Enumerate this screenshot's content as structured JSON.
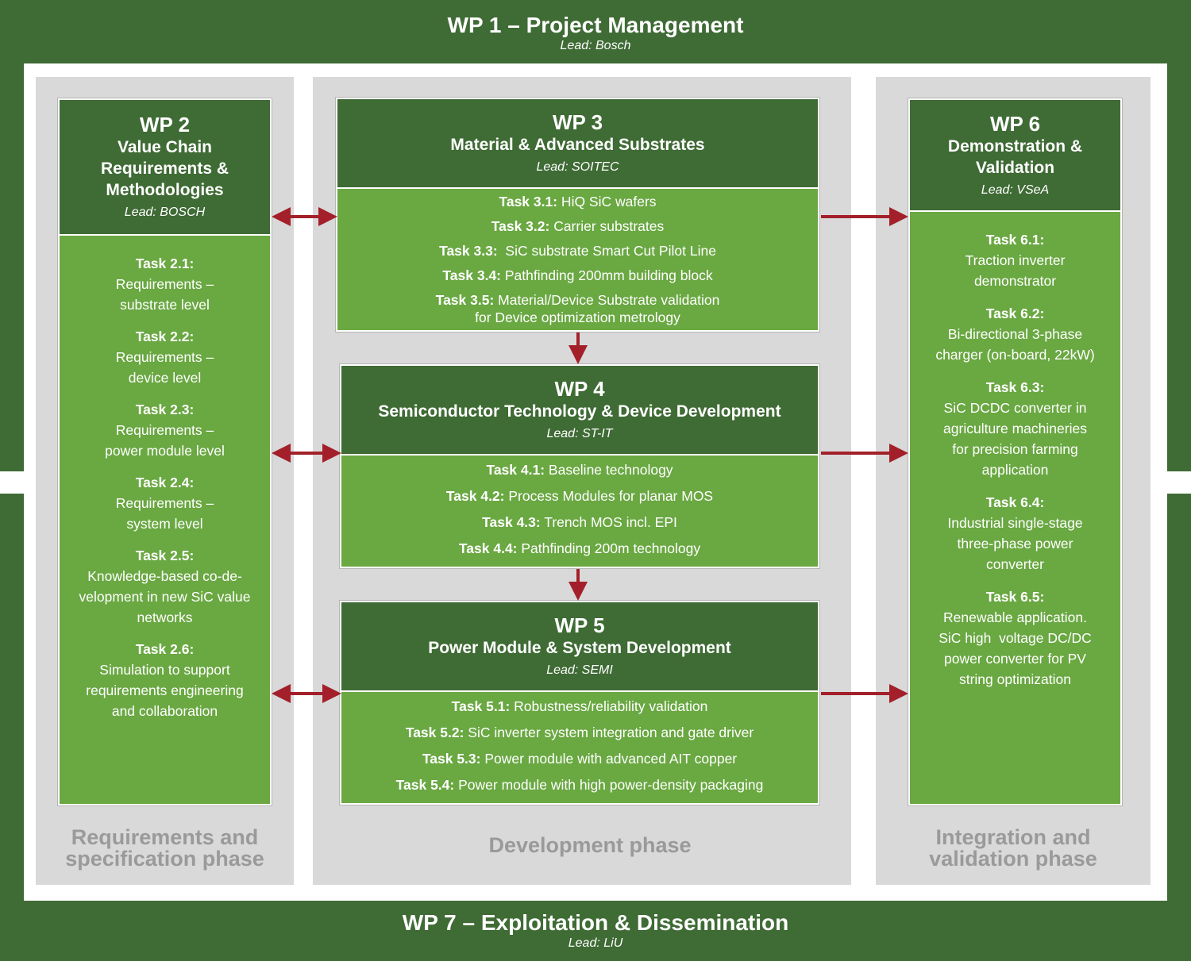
{
  "wp1": {
    "title": "WP 1 – Project Management",
    "lead": "Lead: Bosch"
  },
  "wp7": {
    "title": "WP 7 – Exploitation & Dissemination",
    "lead": "Lead: LiU"
  },
  "wp2": {
    "number": "WP 2",
    "name_lines": [
      "Value Chain",
      "Requirements &",
      "Methodologies"
    ],
    "lead": "Lead: BOSCH",
    "tasks": [
      {
        "label": "Task 2.1:",
        "lines": [
          "Requirements –",
          "substrate level"
        ]
      },
      {
        "label": "Task 2.2:",
        "lines": [
          "Requirements –",
          "device level"
        ]
      },
      {
        "label": "Task 2.3:",
        "lines": [
          "Requirements –",
          "power module level"
        ]
      },
      {
        "label": "Task 2.4:",
        "lines": [
          "Requirements –",
          "system level"
        ]
      },
      {
        "label": "Task 2.5:",
        "lines": [
          "Knowledge-based co-de-",
          "velopment in new SiC value",
          "networks"
        ]
      },
      {
        "label": "Task 2.6:",
        "lines": [
          "Simulation to support",
          "requirements engineering",
          "and collaboration"
        ]
      }
    ]
  },
  "wp3": {
    "number": "WP 3",
    "name": "Material & Advanced Substrates",
    "lead": "Lead: SOITEC",
    "tasks": [
      {
        "label": "Task 3.1:",
        "text": " HiQ SiC wafers"
      },
      {
        "label": "Task 3.2:",
        "text": " Carrier substrates"
      },
      {
        "label": "Task 3.3:",
        "text": "  SiC substrate Smart Cut Pilot Line"
      },
      {
        "label": "Task 3.4:",
        "text": " Pathfinding 200mm building block"
      },
      {
        "label": "Task 3.5:",
        "text": " Material/Device Substrate validation",
        "line2": "for Device optimization metrology"
      }
    ]
  },
  "wp4": {
    "number": "WP 4",
    "name": "Semiconductor Technology & Device Development",
    "lead": "Lead: ST-IT",
    "tasks": [
      {
        "label": "Task 4.1:",
        "text": " Baseline technology"
      },
      {
        "label": "Task 4.2:",
        "text": " Process Modules for planar MOS"
      },
      {
        "label": "Task 4.3:",
        "text": " Trench MOS incl. EPI"
      },
      {
        "label": "Task 4.4:",
        "text": " Pathfinding 200m technology"
      }
    ]
  },
  "wp5": {
    "number": "WP 5",
    "name": "Power Module & System Development",
    "lead": "Lead: SEMI",
    "tasks": [
      {
        "label": "Task 5.1:",
        "text": " Robustness/reliability validation"
      },
      {
        "label": "Task 5.2:",
        "text": " SiC inverter system integration and gate driver"
      },
      {
        "label": "Task 5.3:",
        "text": " Power module with advanced AIT copper"
      },
      {
        "label": "Task 5.4:",
        "text": " Power module with high power-density packaging"
      }
    ]
  },
  "wp6": {
    "number": "WP 6",
    "name_lines": [
      "Demonstration &",
      "Validation"
    ],
    "lead": "Lead: VSeA",
    "tasks": [
      {
        "label": "Task 6.1:",
        "lines": [
          "Traction inverter",
          "demonstrator"
        ]
      },
      {
        "label": "Task 6.2:",
        "lines": [
          "Bi-directional 3-phase",
          "charger (on-board, 22kW)"
        ]
      },
      {
        "label": "Task 6.3:",
        "lines": [
          "SiC DCDC converter in",
          "agriculture machineries",
          "for precision farming",
          "application"
        ]
      },
      {
        "label": "Task 6.4:",
        "lines": [
          "Industrial single-stage",
          "three-phase power",
          "converter"
        ]
      },
      {
        "label": "Task 6.5:",
        "lines": [
          "Renewable application.",
          "SiC high  voltage DC/DC",
          "power converter for PV",
          "string optimization"
        ]
      }
    ]
  },
  "phases": {
    "requirements": [
      "Requirements and",
      "specification phase"
    ],
    "development": "Development phase",
    "integration": [
      "Integration and",
      "validation phase"
    ]
  },
  "colors": {
    "dark_green": "#3f6b35",
    "light_green": "#6aa842",
    "arrow": "#a3202a",
    "phase_bg": "#d9d9d9",
    "phase_text": "#9a9a9a"
  }
}
